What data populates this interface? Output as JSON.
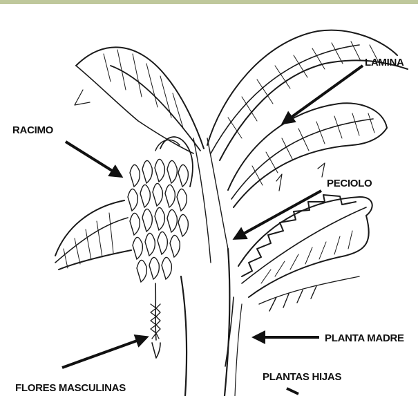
{
  "labels": {
    "lamina": "LAMINA",
    "racimo": "RACIMO",
    "peciolo": "PECIOLO",
    "planta_madre": "PLANTA MADRE",
    "flores_masculinas": "FLORES MASCULINAS",
    "plantas_hijas": "PLANTAS HIJAS"
  },
  "colors": {
    "ink": "#1a1a1a",
    "background": "#ffffff",
    "top_strip": "#7a8a3a"
  }
}
